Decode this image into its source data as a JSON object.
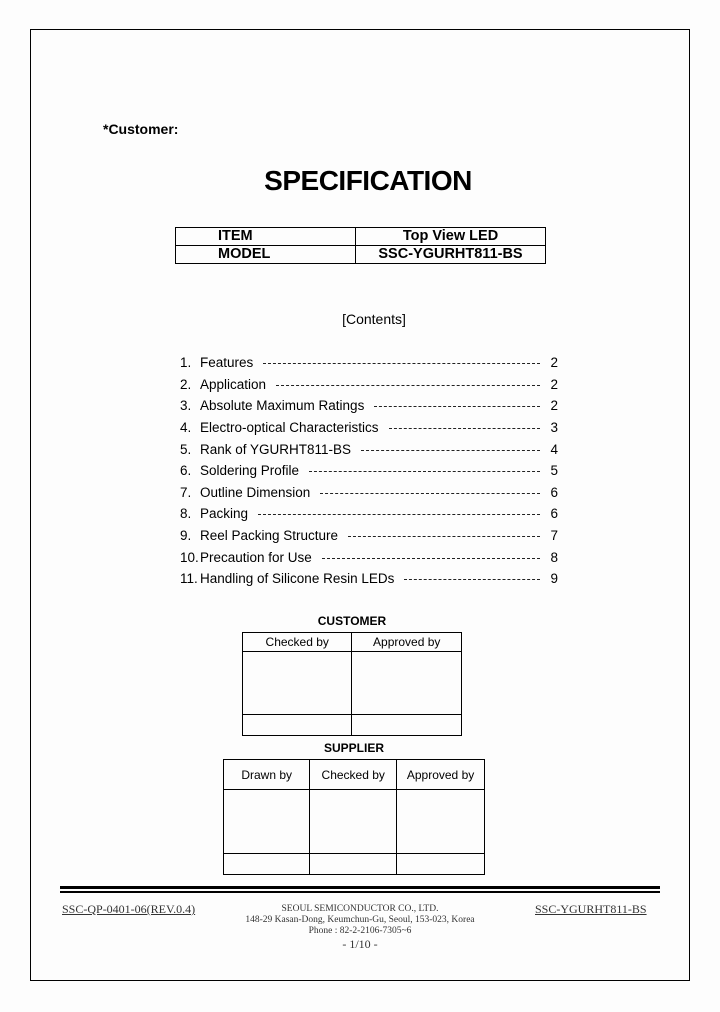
{
  "header": {
    "customer_label": "*Customer:",
    "title": "SPECIFICATION"
  },
  "spec_table": [
    {
      "key": "ITEM",
      "value": "Top View LED"
    },
    {
      "key": "MODEL",
      "value": "SSC-YGURHT811-BS"
    }
  ],
  "contents": {
    "title": "[Contents]",
    "items": [
      {
        "num": "1.",
        "label": "Features",
        "page": "2"
      },
      {
        "num": "2.",
        "label": "Application",
        "page": "2"
      },
      {
        "num": "3.",
        "label": "Absolute Maximum Ratings",
        "page": "2"
      },
      {
        "num": "4.",
        "label": "Electro-optical Characteristics",
        "page": "3"
      },
      {
        "num": "5.",
        "label": "Rank of YGURHT811-BS",
        "page": "4"
      },
      {
        "num": "6.",
        "label": "Soldering Profile",
        "page": "5"
      },
      {
        "num": "7.",
        "label": "Outline Dimension",
        "page": "6"
      },
      {
        "num": "8.",
        "label": "Packing",
        "page": "6"
      },
      {
        "num": "9.",
        "label": "Reel Packing Structure",
        "page": "7"
      },
      {
        "num": "10.",
        "label": "Precaution for Use",
        "page": "8"
      },
      {
        "num": "11.",
        "label": "Handling of Silicone Resin LEDs",
        "page": "9"
      }
    ]
  },
  "customer_block": {
    "title": "CUSTOMER",
    "columns": [
      "Checked by",
      "Approved by"
    ]
  },
  "supplier_block": {
    "title": "SUPPLIER",
    "columns": [
      "Drawn by",
      "Checked by",
      "Approved by"
    ]
  },
  "footer": {
    "doc_code": "SSC-QP-0401-06(REV.0.4)",
    "company": "SEOUL SEMICONDUCTOR CO., LTD.",
    "address": "148-29 Kasan-Dong, Keumchun-Gu, Seoul, 153-023, Korea",
    "phone": "Phone : 82-2-2106-7305~6",
    "page": "- 1/10 -",
    "model": "SSC-YGURHT811-BS"
  }
}
